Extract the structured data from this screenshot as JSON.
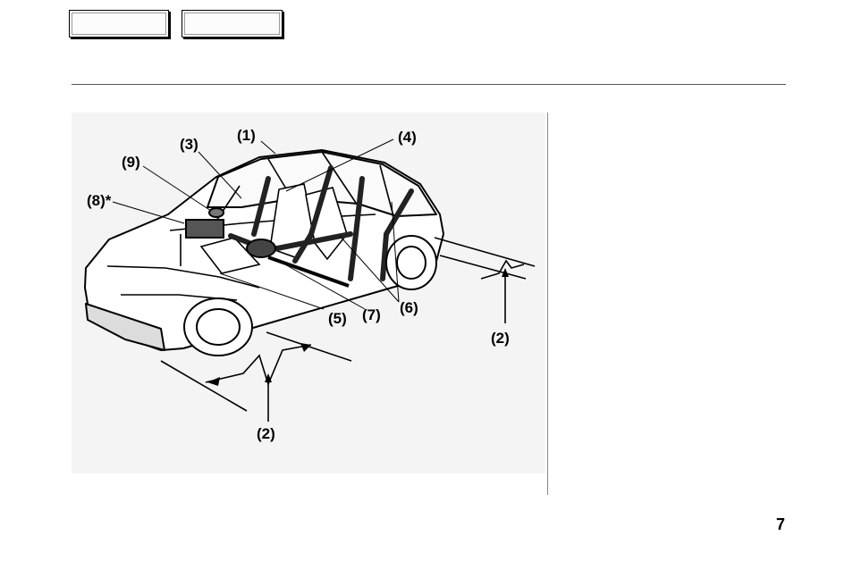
{
  "navigation": {
    "button_1_label": "",
    "button_2_label": ""
  },
  "figure": {
    "callouts": {
      "c1": "(1)",
      "c2_left": "(2)",
      "c2_right": "(2)",
      "c3": "(3)",
      "c4": "(4)",
      "c5": "(5)",
      "c6": "(6)",
      "c7": "(7)",
      "c8": "(8)*",
      "c9": "(9)"
    }
  },
  "page": {
    "number": "7"
  }
}
